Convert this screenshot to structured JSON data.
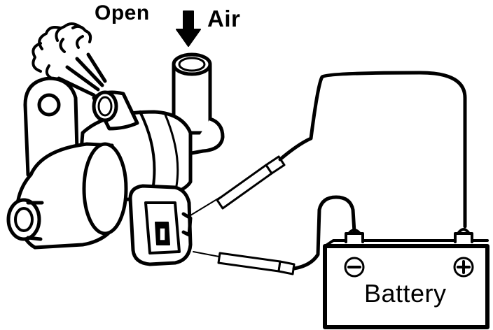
{
  "labels": {
    "open": "Open",
    "air": "Air",
    "battery": "Battery"
  },
  "symbols": {
    "negative": "minus-sign",
    "positive": "plus-sign"
  },
  "colors": {
    "ink": "#000000",
    "paper": "#ffffff"
  }
}
